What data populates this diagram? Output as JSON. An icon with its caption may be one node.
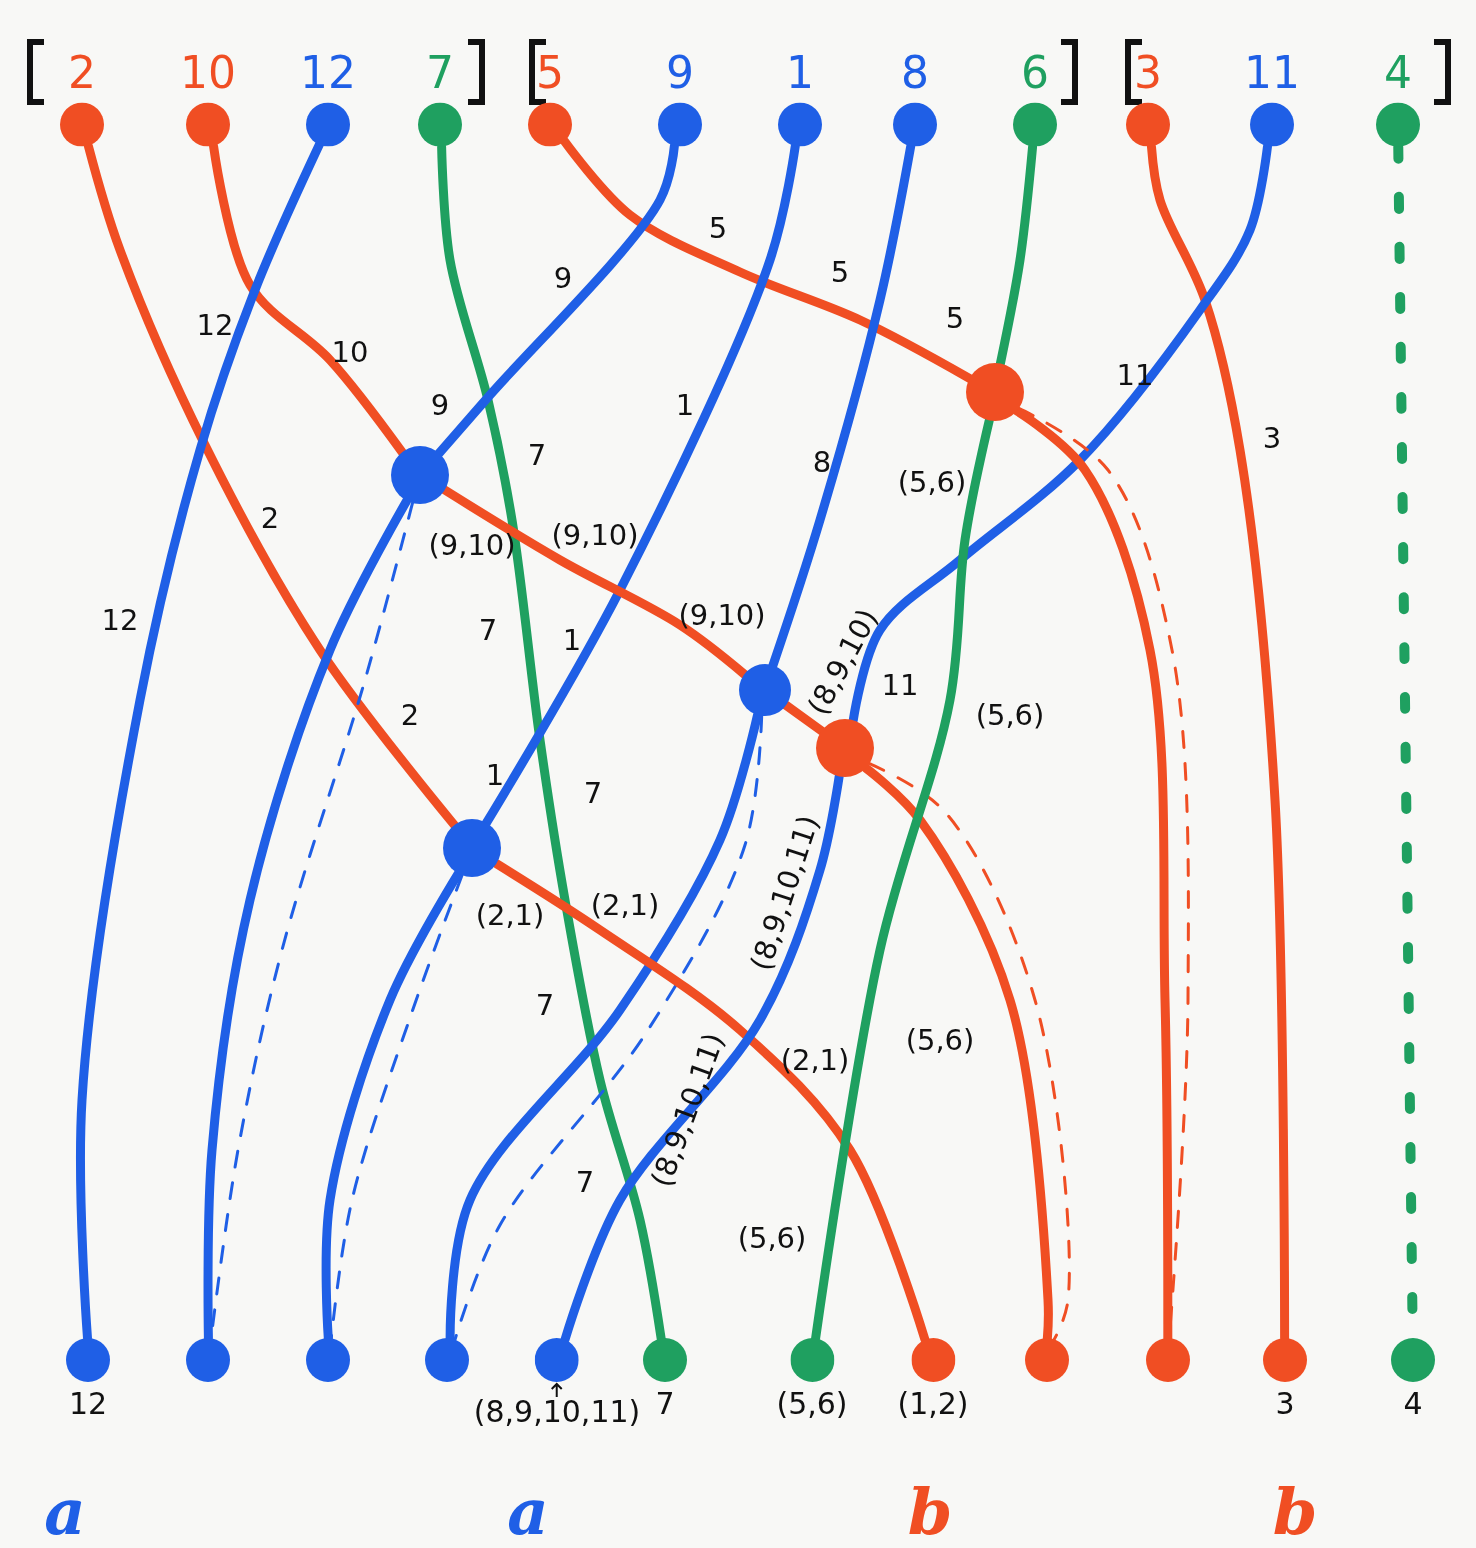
{
  "diagram": {
    "nodes": [
      {
        "text": [
          "2"
        ]
      },
      {
        "text": [
          "10"
        ]
      },
      {
        "text": [
          "12"
        ]
      },
      {
        "text": [
          "7"
        ]
      },
      {
        "text": [
          "5"
        ]
      },
      {
        "text": [
          "9"
        ]
      },
      {
        "text": [
          "1"
        ]
      },
      {
        "text": [
          "8"
        ]
      },
      {
        "text": [
          "6"
        ]
      },
      {
        "text": [
          "3"
        ]
      },
      {
        "text": [
          "11"
        ]
      },
      {
        "text": [
          "4"
        ]
      },
      {
        "text": [],
        "shape": "circle"
      },
      {
        "text": [],
        "shape": "circle"
      },
      {
        "text": [],
        "shape": "circle"
      },
      {
        "text": [],
        "shape": "circle"
      },
      {
        "text": [],
        "shape": "circle"
      },
      {
        "text": [
          "12"
        ]
      },
      {
        "text": [],
        "shape": "circle"
      },
      {
        "text": [],
        "shape": "circle"
      },
      {
        "text": [],
        "shape": "circle"
      },
      {
        "text": [
          "(8,9,10,11)"
        ]
      },
      {
        "text": [
          "7"
        ]
      },
      {
        "text": [
          "(5,6)"
        ]
      },
      {
        "text": [
          "(1,2)"
        ]
      },
      {
        "text": [],
        "shape": "circle"
      },
      {
        "text": [],
        "shape": "circle"
      },
      {
        "text": [
          "3"
        ]
      },
      {
        "text": [
          "4"
        ]
      }
    ],
    "edges": [
      {
        "from": 0,
        "to": 16,
        "arrow": "none",
        "label": "2",
        "color": "#f04e23"
      },
      {
        "from": 1,
        "to": 13,
        "arrow": "none",
        "label": "10",
        "color": "#f04e23"
      },
      {
        "from": 2,
        "to": 17,
        "arrow": "none",
        "label": "12"
      },
      {
        "from": 3,
        "to": 22,
        "arrow": "none",
        "label": "7",
        "color": "#1fa060"
      },
      {
        "from": 4,
        "to": 12,
        "arrow": "none",
        "label": "5",
        "color": "#f04e23"
      },
      {
        "from": 5,
        "to": 13,
        "arrow": "none",
        "label": "9"
      },
      {
        "from": 6,
        "to": 16,
        "arrow": "none",
        "label": "1"
      },
      {
        "from": 7,
        "to": 14,
        "arrow": "none",
        "label": "8"
      },
      {
        "from": 8,
        "to": 12,
        "arrow": "none",
        "color": "#1fa060"
      },
      {
        "from": 9,
        "to": 27,
        "arrow": "none",
        "label": "3",
        "color": "#f04e23"
      },
      {
        "from": 10,
        "to": 15,
        "arrow": "none",
        "label": "11"
      },
      {
        "from": 11,
        "to": 28,
        "arrow": "none",
        "style": "dashed",
        "color": "#1fa060"
      },
      {
        "from": 13,
        "to": 18,
        "arrow": "none"
      },
      {
        "from": 13,
        "to": 18,
        "arrow": "none",
        "style": "dashed"
      },
      {
        "from": 13,
        "to": 14,
        "arrow": "none",
        "label": "(9,10)",
        "color": "#f04e23"
      },
      {
        "from": 14,
        "to": 20,
        "arrow": "none"
      },
      {
        "from": 14,
        "to": 20,
        "arrow": "none",
        "style": "dashed"
      },
      {
        "from": 14,
        "to": 15,
        "arrow": "none",
        "label": "(8,9,10)",
        "color": "#f04e23"
      },
      {
        "from": 16,
        "to": 19,
        "arrow": "none"
      },
      {
        "from": 16,
        "to": 19,
        "arrow": "none",
        "style": "dashed"
      },
      {
        "from": 16,
        "to": 24,
        "arrow": "none",
        "label": "(2,1)",
        "color": "#f04e23"
      },
      {
        "from": 15,
        "to": 21,
        "arrow": "none",
        "label": "(8,9,10,11)"
      },
      {
        "from": 15,
        "to": 25,
        "arrow": "none",
        "color": "#f04e23"
      },
      {
        "from": 15,
        "to": 25,
        "arrow": "none",
        "style": "dashed",
        "color": "#f04e23"
      },
      {
        "from": 12,
        "to": 23,
        "arrow": "none",
        "label": "(5,6)",
        "color": "#1fa060"
      },
      {
        "from": 12,
        "to": 26,
        "arrow": "none",
        "color": "#f04e23"
      },
      {
        "from": 12,
        "to": 26,
        "arrow": "none",
        "style": "dashed",
        "color": "#f04e23"
      }
    ],
    "labels": [
      "5",
      "5",
      "9",
      "(9,10)",
      "(9,10)",
      "12",
      "7",
      "1",
      "11",
      "(5,6)",
      "2",
      "1",
      "7",
      "(2,1)",
      "7",
      "(5,6)",
      "(2,1)",
      "(8,9,10,11)",
      "7",
      "(5,6)",
      "a",
      "a",
      "b",
      "b"
    ]
  }
}
